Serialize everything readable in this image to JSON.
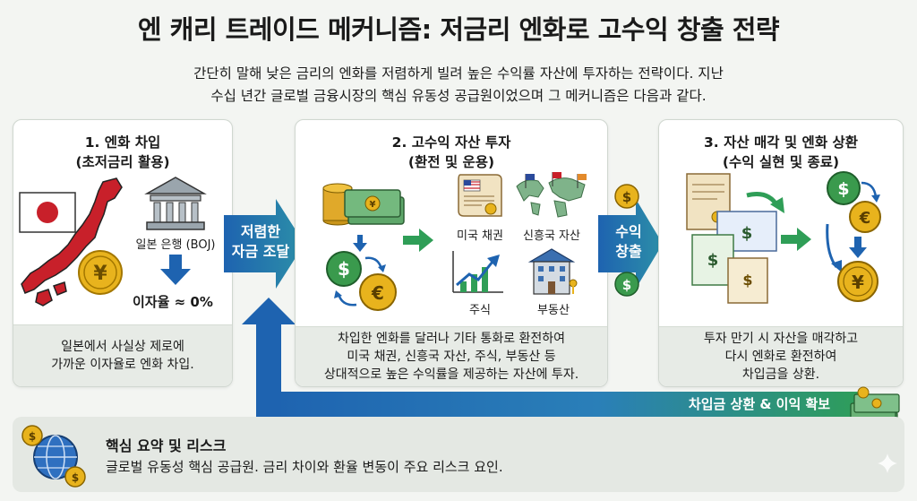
{
  "title": "엔 캐리 트레이드 메커니즘: 저금리 엔화로 고수익 창출 전략",
  "intro": {
    "line1": "간단히 말해 낮은 금리의 엔화를 저렴하게 빌려 높은 수익률 자산에 투자하는 전략이다. 지난",
    "line2": "수십 년간 글로벌 금융시장의 핵심 유동성 공급원이었으며 그 메커니즘은 다음과 같다."
  },
  "step1": {
    "heading_line1": "1. 엔화 차입",
    "heading_line2": "(초저금리 활용)",
    "bank_label": "일본 은행 (BOJ)",
    "rate_label": "이자율 ≈ 0%",
    "desc_line1": "일본에서 사실상 제로에",
    "desc_line2": "가까운 이자율로 엔화 차입."
  },
  "arrow1": {
    "line1": "저렴한",
    "line2": "자금 조달"
  },
  "step2": {
    "heading_line1": "2. 고수익 자산 투자",
    "heading_line2": "(환전 및 운용)",
    "asset_bonds": "미국 채권",
    "asset_emerging": "신흥국 자산",
    "asset_stocks": "주식",
    "asset_realestate": "부동산",
    "desc_line1": "차입한 엔화를 달러나 기타 통화로 환전하여",
    "desc_line2": "미국 채권, 신흥국 자산, 주식, 부동산 등",
    "desc_line3": "상대적으로 높은 수익률을 제공하는 자산에 투자."
  },
  "arrow2": {
    "line1": "수익",
    "line2": "창출"
  },
  "step3": {
    "heading_line1": "3. 자산 매각 및 엔화 상환",
    "heading_line2": "(수익 실현 및 종료)",
    "desc_line1": "투자 만기 시 자산을 매각하고",
    "desc_line2": "다시 엔화로 환전하여",
    "desc_line3": "차입금을 상환."
  },
  "return_arrow": {
    "label": "차입금 상환 & 이익 확보"
  },
  "summary": {
    "title": "핵심 요약 및 리스크",
    "text": "글로벌 유동성 핵심 공급원. 금리 차이와 환율 변동이 주요 리스크 요인."
  },
  "colors": {
    "arrow_blue": "#1e63b0",
    "arrow_green": "#2f9e57",
    "coin_gold": "#e8b31d",
    "coin_green": "#3a9a4d",
    "japan_red": "#c8202a"
  }
}
